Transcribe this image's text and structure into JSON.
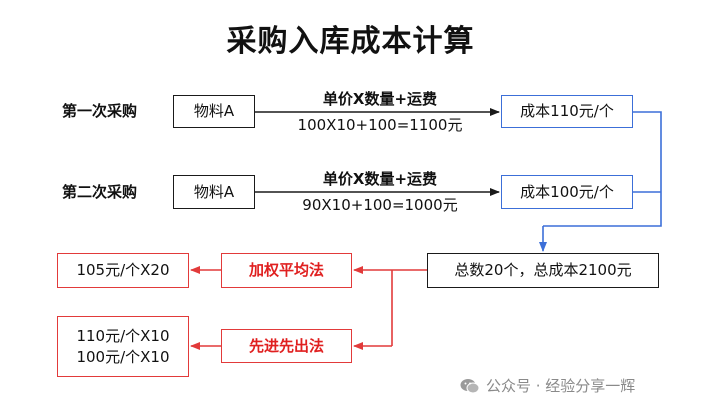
{
  "title": "采购入库成本计算",
  "rows": [
    {
      "label": "第一次采购",
      "item": "物料A",
      "formula_top": "单价X数量+运费",
      "formula_bottom": "100X10+100=1100元",
      "result": "成本110元/个"
    },
    {
      "label": "第二次采购",
      "item": "物料A",
      "formula_top": "单价X数量+运费",
      "formula_bottom": "90X10+100=1000元",
      "result": "成本100元/个"
    }
  ],
  "total": "总数20个，总成本2100元",
  "methods": [
    {
      "name": "加权平均法",
      "result_lines": [
        "105元/个X20"
      ]
    },
    {
      "name": "先进先出法",
      "result_lines": [
        "110元/个X10",
        "100元/个X10"
      ]
    }
  ],
  "watermark": "公众号 · 经验分享一辉",
  "colors": {
    "blue": "#3c6fd8",
    "red": "#e23a3a",
    "black": "#1a1a1a"
  },
  "icons": {
    "watermark_icon": "wechat-icon"
  }
}
